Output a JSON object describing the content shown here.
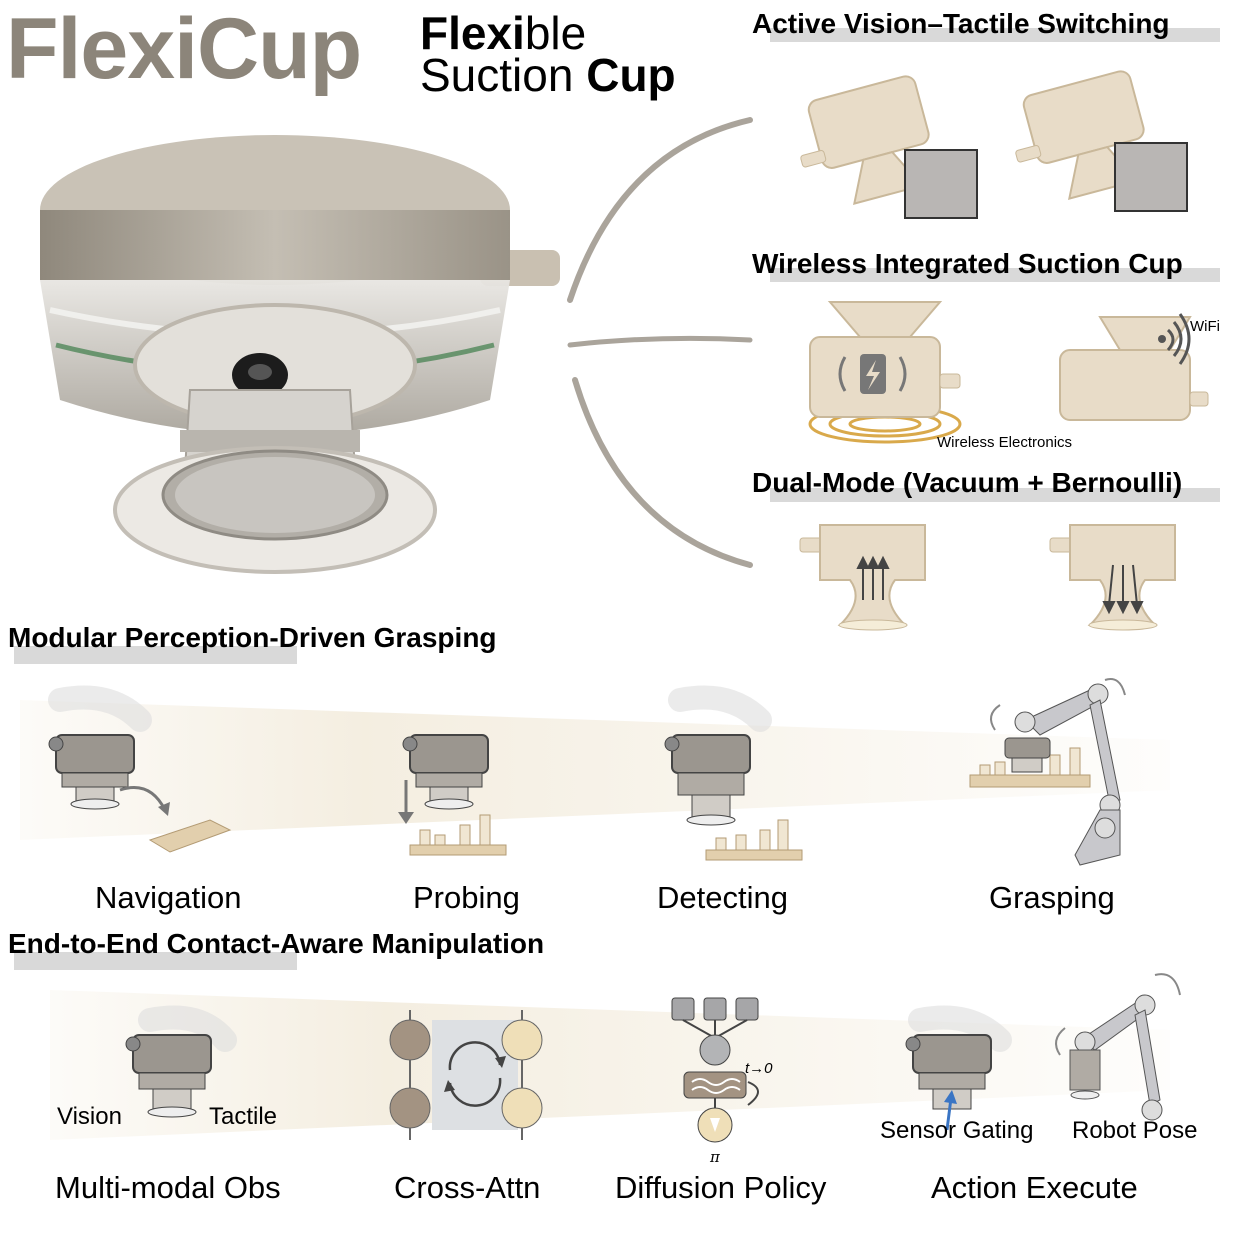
{
  "header": {
    "brand": "FlexiCup",
    "subtitle_line1_bold": "Flexi",
    "subtitle_line1_rest": "ble",
    "subtitle_line2_rest": "Suction ",
    "subtitle_line2_bold": "Cup"
  },
  "features": {
    "switching_title": "Active Vision–Tactile Switching",
    "wireless_title": "Wireless Integrated Suction Cup",
    "wifi_label": "WiFi",
    "wireless_electronics_label": "Wireless Electronics",
    "dualmode_title": "Dual-Mode (Vacuum + Bernoulli)"
  },
  "modular": {
    "title": "Modular Perception-Driven Grasping",
    "steps": [
      "Navigation",
      "Probing",
      "Detecting",
      "Grasping"
    ]
  },
  "endtoend": {
    "title": "End-to-End Contact-Aware Manipulation",
    "vision_label": "Vision",
    "tactile_label": "Tactile",
    "t_label": "t→0",
    "pi_label": "π",
    "sensor_gating_label": "Sensor Gating",
    "robot_pose_label": "Robot Pose",
    "steps": [
      "Multi-modal Obs",
      "Cross-Attn",
      "Diffusion Policy",
      "Action Execute"
    ]
  },
  "colors": {
    "brand": "#8c857a",
    "beige": "#e8dcc8",
    "cup_body": "#b7b0a3",
    "cube": "#b9b6b4",
    "grey_head": "#d9d9d9"
  }
}
